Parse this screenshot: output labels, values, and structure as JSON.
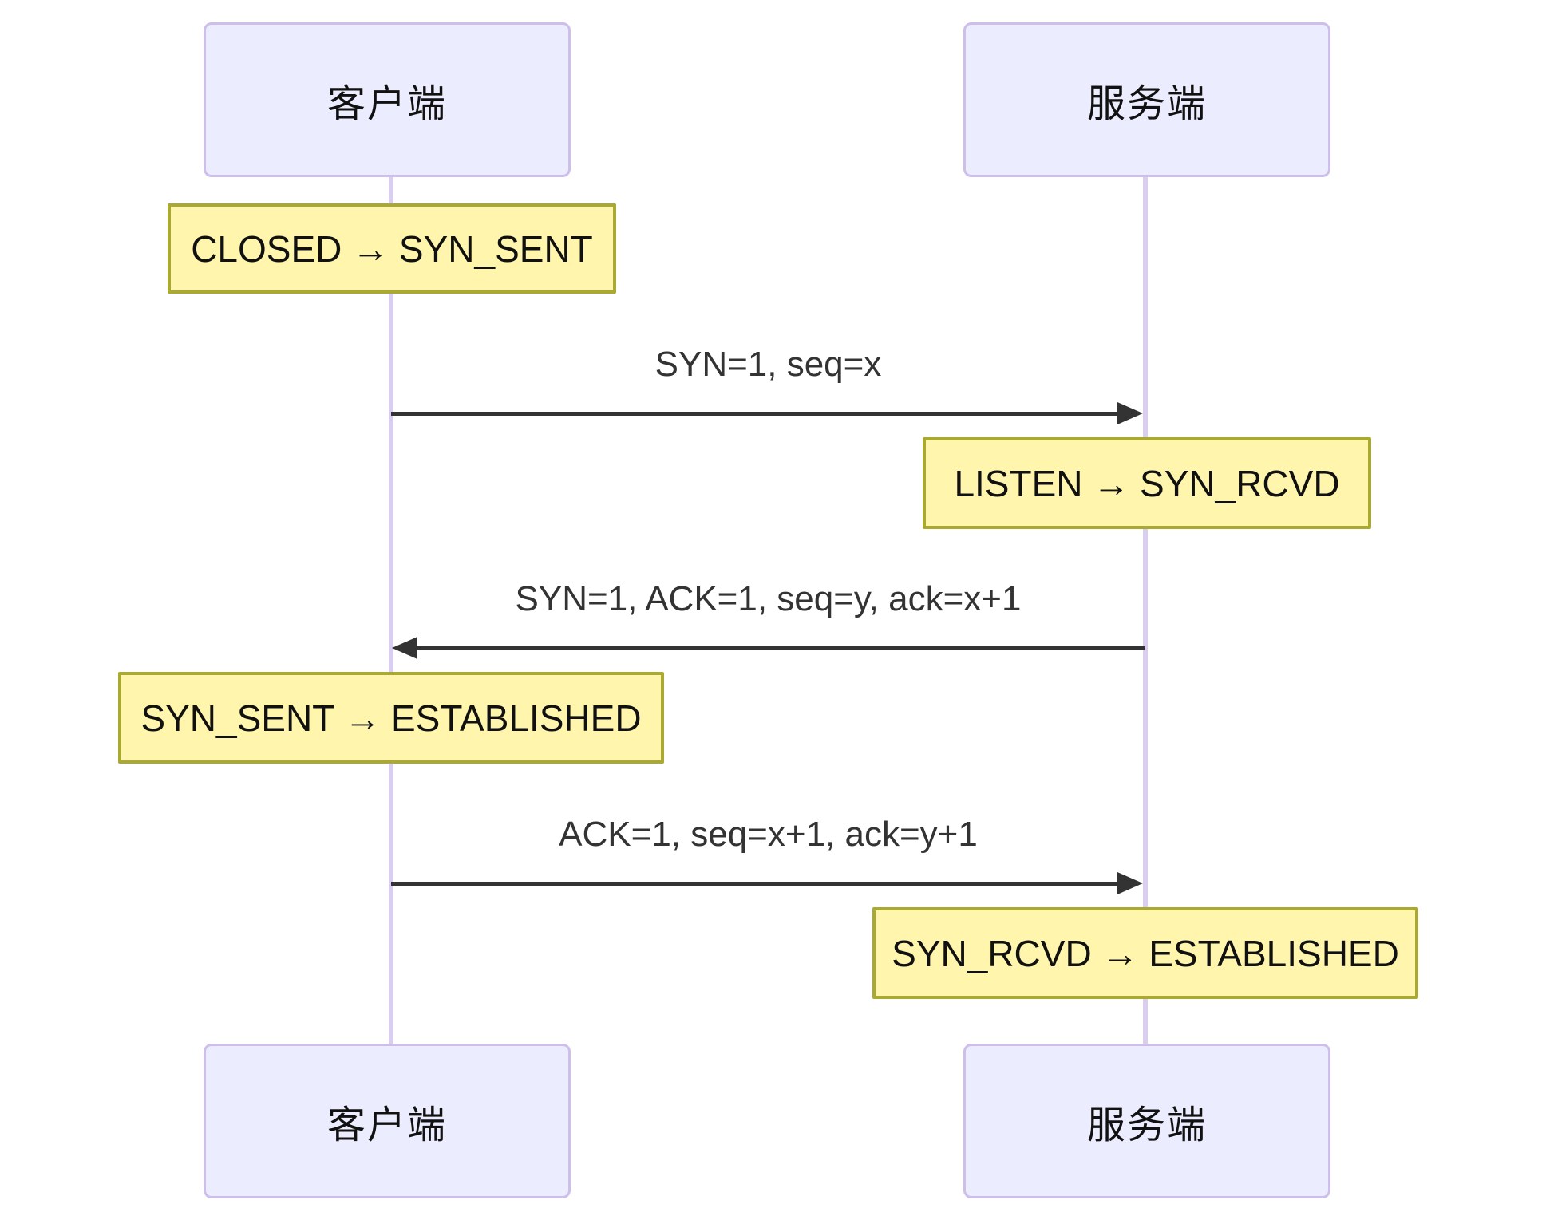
{
  "diagram": {
    "type": "sequence-diagram",
    "topic": "TCP three-way handshake",
    "actors": {
      "client": {
        "label": "客户端"
      },
      "server": {
        "label": "服务端"
      }
    },
    "notes": [
      {
        "text": "CLOSED → SYN_SENT",
        "over": "client"
      },
      {
        "text": "LISTEN → SYN_RCVD",
        "over": "server"
      },
      {
        "text": "SYN_SENT → ESTABLISHED",
        "over": "client"
      },
      {
        "text": "SYN_RCVD → ESTABLISHED",
        "over": "server"
      }
    ],
    "messages": [
      {
        "text": "SYN=1, seq=x",
        "from": "client",
        "to": "server"
      },
      {
        "text": "SYN=1, ACK=1, seq=y, ack=x+1",
        "from": "server",
        "to": "client"
      },
      {
        "text": "ACK=1, seq=x+1, ack=y+1",
        "from": "client",
        "to": "server"
      }
    ],
    "colors": {
      "actor_fill": "#ECECFF",
      "actor_border": "#CDBFEA",
      "lifeline": "#D9CDF0",
      "note_fill": "#FFF5AD",
      "note_border": "#AAAA33",
      "arrow": "#333333",
      "message_text": "#333333",
      "background": "#FFFFFF"
    }
  }
}
